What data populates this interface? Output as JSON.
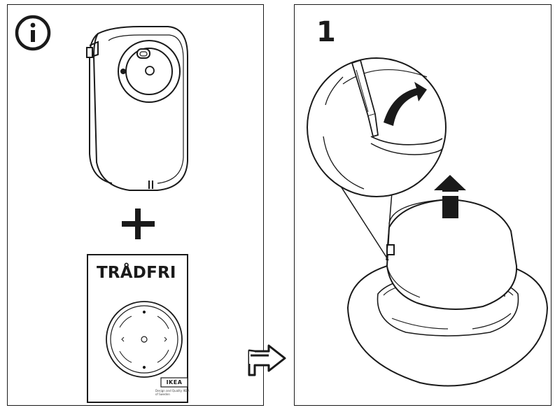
{
  "left_panel": {
    "info_icon": "info-icon",
    "plus_sign": "+",
    "manual": {
      "title": "TRÅDFRI",
      "logo": "IKEA",
      "logo_caption": "Design and Quality IKEA of Sweden"
    }
  },
  "right_panel": {
    "step_number": "1"
  },
  "transition_arrow": "arrow-right-icon",
  "colors": {
    "line": "#1a1a1a",
    "background": "#ffffff"
  }
}
